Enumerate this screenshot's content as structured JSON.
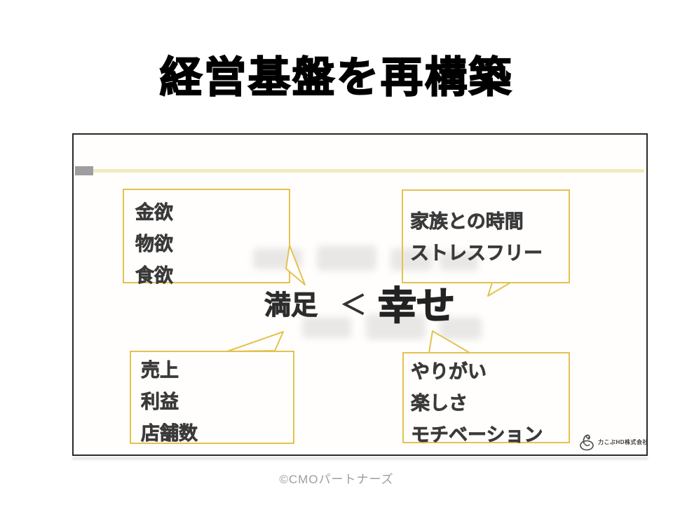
{
  "title": "経営基盤を再構築",
  "diagram": {
    "bubbles": {
      "top_left": {
        "items": [
          "金欲",
          "物欲",
          "食欲"
        ]
      },
      "top_right": {
        "items": [
          "家族との時間",
          "ストレスフリー"
        ]
      },
      "bottom_left": {
        "items": [
          "売上",
          "利益",
          "店舗数"
        ]
      },
      "bottom_right": {
        "items": [
          "やりがい",
          "楽しさ",
          "モチベーション"
        ]
      }
    },
    "comparison": {
      "left": "満足",
      "operator": "＜",
      "right": "幸せ"
    },
    "logo_text": "力こぶHD株式会社"
  },
  "footer": "©CMOパートナーズ",
  "colors": {
    "bubble_border": "#e3c24f",
    "accent_line": "#f1ebbe",
    "accent_square": "#9e9e9e",
    "scan_border": "#2a2a2a",
    "text_ink": "#3a3a3a",
    "footer_gray": "#9d9d9d"
  }
}
